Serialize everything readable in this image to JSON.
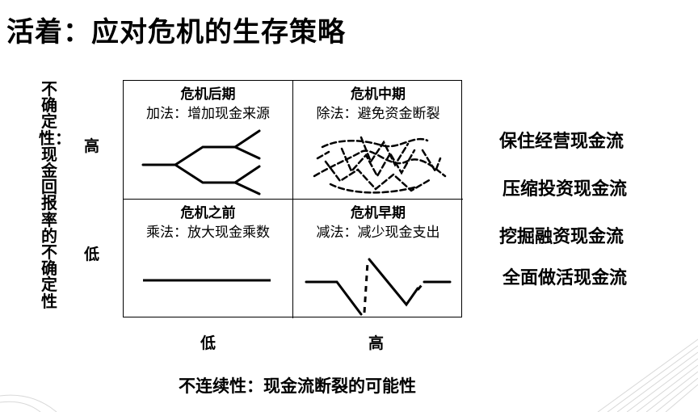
{
  "title": "活着：应对危机的生存策略",
  "y_axis_label": "不确定性：现金回报率的不确定性",
  "y_high": "高",
  "y_low": "低",
  "x_low": "低",
  "x_high": "高",
  "x_axis_label": "不连续性：现金流断裂的可能性",
  "quadrants": {
    "top_left": {
      "title": "危机后期",
      "subtitle": "加法：增加现金来源"
    },
    "top_right": {
      "title": "危机中期",
      "subtitle": "除法：避免资金断裂"
    },
    "bottom_left": {
      "title": "危机之前",
      "subtitle": "乘法：放大现金乘数"
    },
    "bottom_right": {
      "title": "危机早期",
      "subtitle": "减法：减少现金支出"
    }
  },
  "strategies": [
    "保住经营现金流",
    "压缩投资现金流",
    "挖掘融资现金流",
    "全面做活现金流"
  ]
}
